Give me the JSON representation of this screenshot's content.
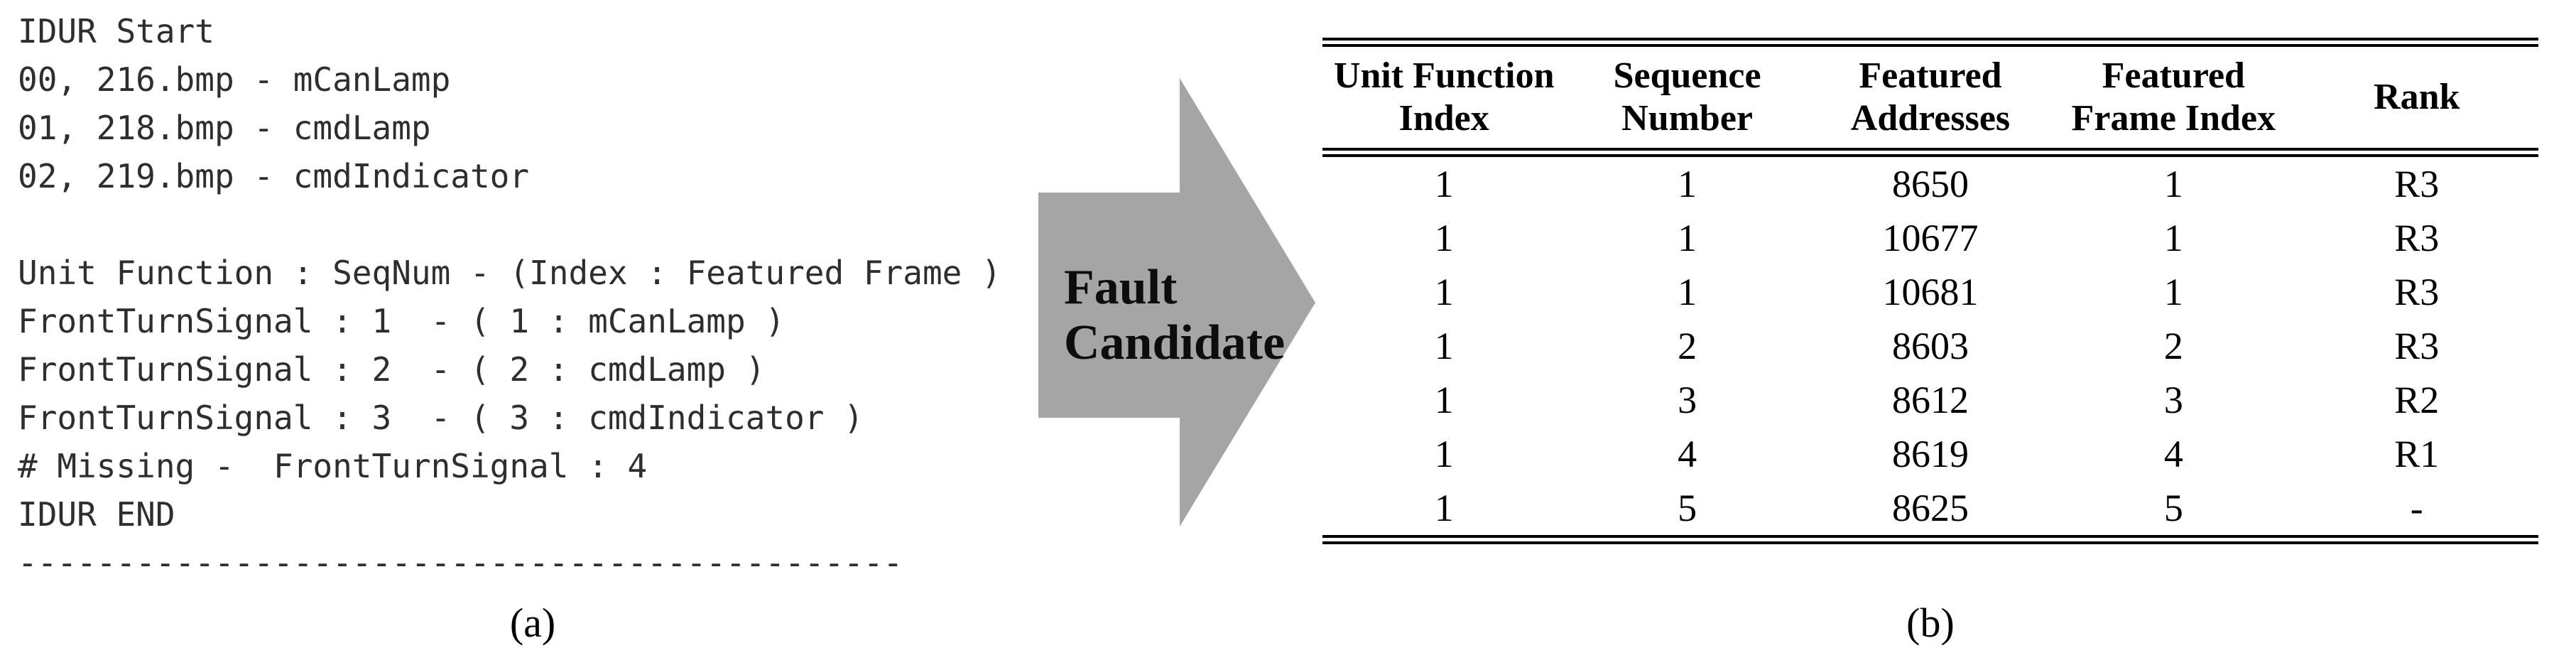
{
  "panel_a": {
    "log_lines": [
      "IDUR Start",
      "00, 216.bmp - mCanLamp",
      "01, 218.bmp - cmdLamp",
      "02, 219.bmp - cmdIndicator",
      "",
      "Unit Function : SeqNum - (Index : Featured Frame )",
      "FrontTurnSignal : 1  - ( 1 : mCanLamp )",
      "FrontTurnSignal : 2  - ( 2 : cmdLamp )",
      "FrontTurnSignal : 3  - ( 3 : cmdIndicator )",
      "# Missing -  FrontTurnSignal : 4",
      "IDUR END",
      "---------------------------------------------"
    ],
    "caption": "(a)"
  },
  "arrow": {
    "label": "Fault\nCandidate",
    "fill_color": "#a5a5a5"
  },
  "panel_b": {
    "caption": "(b)",
    "table": {
      "headers": [
        "Unit Function\nIndex",
        "Sequence\nNumber",
        "Featured\nAddresses",
        "Featured\nFrame Index",
        "Rank"
      ],
      "rows": [
        [
          "1",
          "1",
          "8650",
          "1",
          "R3"
        ],
        [
          "1",
          "1",
          "10677",
          "1",
          "R3"
        ],
        [
          "1",
          "1",
          "10681",
          "1",
          "R3"
        ],
        [
          "1",
          "2",
          "8603",
          "2",
          "R3"
        ],
        [
          "1",
          "3",
          "8612",
          "3",
          "R2"
        ],
        [
          "1",
          "4",
          "8619",
          "4",
          "R1"
        ],
        [
          "1",
          "5",
          "8625",
          "5",
          "-"
        ]
      ]
    }
  }
}
